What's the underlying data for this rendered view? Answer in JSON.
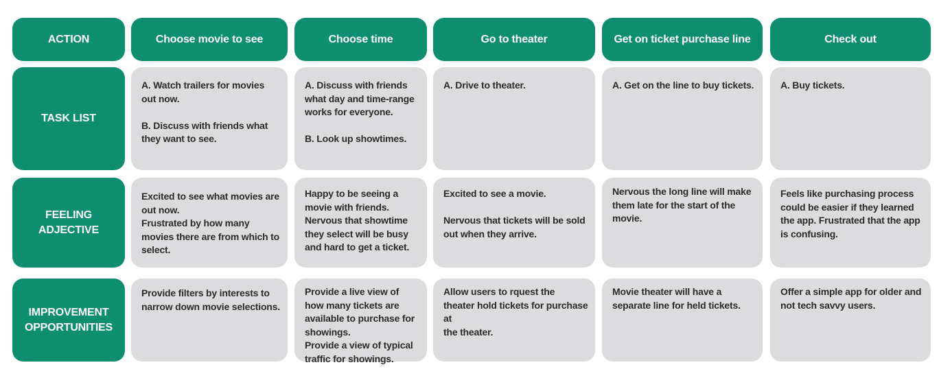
{
  "header": {
    "action_label": "ACTION",
    "columns": [
      "Choose movie to see",
      "Choose time",
      "Go to theater",
      "Get on ticket purchase line",
      "Check out"
    ]
  },
  "rows": [
    {
      "label": "TASK LIST",
      "cells": [
        "A. Watch trailers for movies out now.\n\nB. Discuss with friends what they want to see.",
        "A. Discuss with friends what day and time-range works for everyone.\n\nB. Look up showtimes.",
        "A. Drive to theater.",
        "A. Get on the line to buy tickets.",
        "A. Buy tickets."
      ]
    },
    {
      "label": "FEELING ADJECTIVE",
      "cells": [
        "Excited to see what movies are out now.\nFrustrated by how many movies there are from which to select.",
        "Happy to be seeing a movie with friends.\nNervous that showtime they select will be busy and hard to get a ticket.",
        "Excited to see a movie.\n\nNervous that tickets will be sold out when they arrive.",
        "Nervous the long line will make them late for the start of the movie.",
        "Feels like purchasing process could be easier if they learned the app. Frustrated that the app is confusing."
      ]
    },
    {
      "label": "IMPROVEMENT OPPORTUNITIES",
      "cells": [
        "Provide filters by interests to narrow down movie selections.",
        "Provide a live view of how many tickets are available to purchase for showings.\nProvide a view of typical traffic for showings.",
        "Allow users to rquest the theater hold tickets for purchase at\nthe theater.",
        "Movie theater will have a separate line for held tickets.",
        "Offer a simple app for older and not tech savvy users."
      ]
    }
  ],
  "colors": {
    "header_green": "#0d8f6f",
    "cell_gray": "#dcdcde",
    "cell_text": "#2b2b2b",
    "header_text": "#ffffff"
  }
}
